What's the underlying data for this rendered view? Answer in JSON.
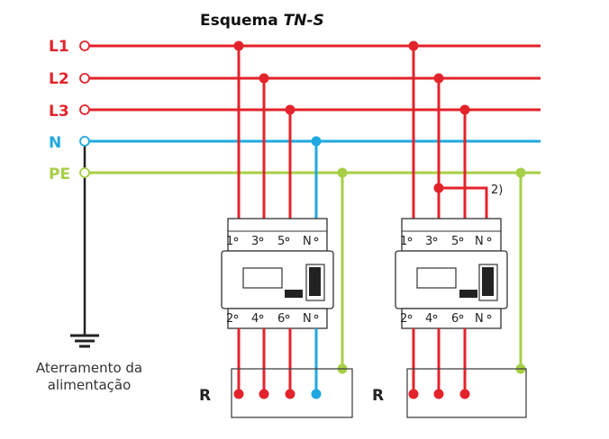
{
  "title": {
    "main": "Esquema ",
    "italic": "TN-S"
  },
  "lines": [
    {
      "label": "L1",
      "color": "#e3232b"
    },
    {
      "label": "L2",
      "color": "#e3232b"
    },
    {
      "label": "L3",
      "color": "#e3232b"
    },
    {
      "label": "N",
      "color": "#20a8e0"
    },
    {
      "label": "PE",
      "color": "#a6cf45"
    }
  ],
  "device_left": {
    "top_terminals": [
      "1",
      "3",
      "5",
      "N"
    ],
    "bottom_terminals": [
      "2",
      "4",
      "6",
      "N"
    ]
  },
  "device_right": {
    "top_terminals": [
      "1",
      "3",
      "5",
      "N"
    ],
    "bottom_terminals": [
      "2",
      "4",
      "6",
      "N"
    ]
  },
  "note_label": "2)",
  "ground": {
    "caption_line1": "Aterramento da",
    "caption_line2": "alimentação"
  },
  "load_left": {
    "label": "R"
  },
  "load_right": {
    "label": "R"
  },
  "colors": {
    "phase": "#e3232b",
    "neutral": "#20a8e0",
    "protective": "#a6cf45",
    "ground_wire": "#222222",
    "device_fill": "#ffffff",
    "device_stroke": "#333333"
  }
}
